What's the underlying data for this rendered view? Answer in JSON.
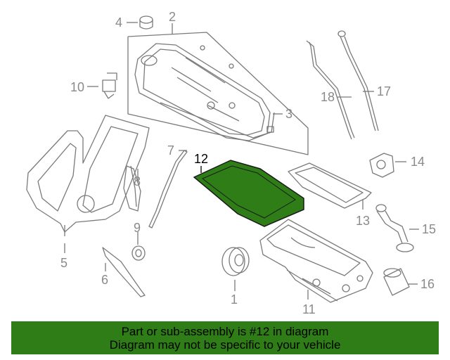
{
  "diagram": {
    "callouts": [
      {
        "number": "1"
      },
      {
        "number": "2"
      },
      {
        "number": "3"
      },
      {
        "number": "4"
      },
      {
        "number": "5"
      },
      {
        "number": "6"
      },
      {
        "number": "7"
      },
      {
        "number": "8"
      },
      {
        "number": "9"
      },
      {
        "number": "10"
      },
      {
        "number": "11"
      },
      {
        "number": "12"
      },
      {
        "number": "13"
      },
      {
        "number": "14"
      },
      {
        "number": "15"
      },
      {
        "number": "16"
      },
      {
        "number": "17"
      },
      {
        "number": "18"
      }
    ],
    "highlighted_part": "12",
    "colors": {
      "highlight": "#2e7d17",
      "line": "#8a8a8a",
      "banner": "#2e7d17"
    }
  },
  "banner": {
    "line1": "Part or sub-assembly is #12 in diagram",
    "line2": "Diagram may not be specific to your vehicle"
  }
}
